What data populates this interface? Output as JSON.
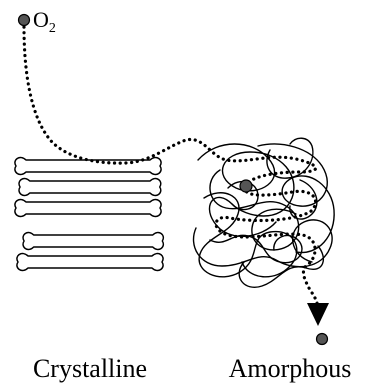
{
  "molecule_label": "O",
  "molecule_subscript": "2",
  "regions": {
    "crystalline": "Crystalline",
    "amorphous": "Amorphous"
  }
}
